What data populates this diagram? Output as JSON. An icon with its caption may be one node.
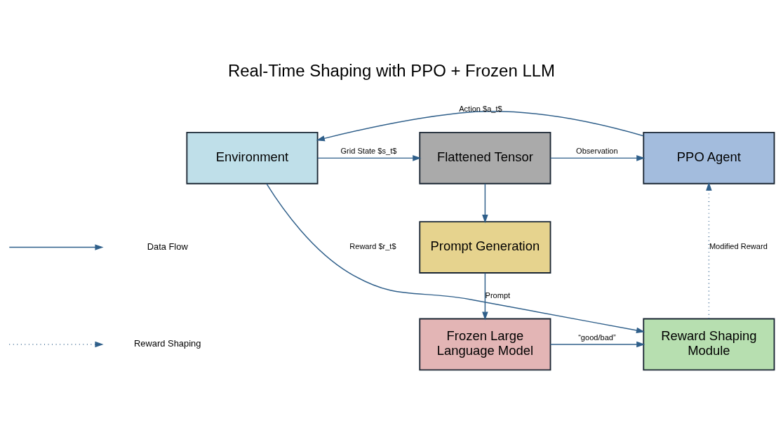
{
  "diagram": {
    "title": "Real-Time Shaping with PPO + Frozen LLM",
    "nodes": [
      {
        "text": [
          "Environment"
        ]
      },
      {
        "text": [
          "Flattened Tensor"
        ]
      },
      {
        "text": [
          "PPO Agent"
        ]
      },
      {
        "text": [
          "Prompt Generation"
        ]
      },
      {
        "text": [
          "Frozen Large Language Model"
        ]
      },
      {
        "text": [
          "Reward Shaping Module"
        ]
      }
    ],
    "edges": [
      {
        "from": 0,
        "to": 1,
        "arrow": "to",
        "label": "Grid State $s_t$"
      },
      {
        "from": 1,
        "to": 2,
        "arrow": "to",
        "label": "Observation"
      },
      {
        "from": 2,
        "to": 0,
        "arrow": "to",
        "label": "Action $a_t$"
      },
      {
        "from": 1,
        "to": 3,
        "arrow": "to"
      },
      {
        "from": 3,
        "to": 4,
        "arrow": "to",
        "label": "Prompt"
      },
      {
        "from": 4,
        "to": 5,
        "arrow": "to",
        "label": "“good/bad”"
      },
      {
        "from": 0,
        "to": 5,
        "arrow": "to",
        "label": "Reward $r_t$"
      },
      {
        "from": 5,
        "to": 2,
        "arrow": "to",
        "label": "Modified Reward",
        "style": "dashed"
      }
    ],
    "legend": [
      {
        "text": "Data Flow"
      },
      {
        "text": "Reward Shaping"
      }
    ]
  }
}
